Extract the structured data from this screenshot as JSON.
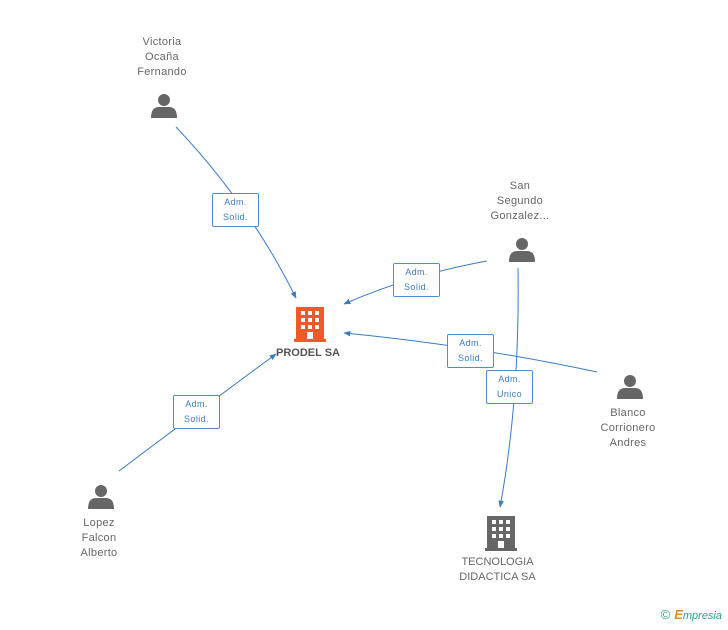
{
  "nodes": {
    "victoria": {
      "name_lines": [
        "Victoria",
        "Ocaña",
        "Fernando"
      ],
      "icon": "person-icon"
    },
    "sansegundo": {
      "name_lines": [
        "San",
        "Segundo",
        "Gonzalez..."
      ],
      "icon": "person-icon"
    },
    "blanco": {
      "name_lines": [
        "Blanco",
        "Corrionero",
        "Andres"
      ],
      "icon": "person-icon"
    },
    "lopez": {
      "name_lines": [
        "Lopez",
        "Falcon",
        "Alberto"
      ],
      "icon": "person-icon"
    },
    "prodel": {
      "name": "PRODEL SA",
      "icon": "building-icon",
      "color": "#f05a28"
    },
    "tecnologia": {
      "name_lines": [
        "TECNOLOGIA",
        "DIDACTICA SA"
      ],
      "icon": "building-icon",
      "color": "#666666"
    }
  },
  "edges": {
    "victoria_prodel": [
      "Adm.",
      "Solid."
    ],
    "sansegundo_prodel": [
      "Adm.",
      "Solid."
    ],
    "blanco_prodel": [
      "Adm.",
      "Solid."
    ],
    "lopez_prodel": [
      "Adm.",
      "Solid."
    ],
    "sansegundo_tecnologia": [
      "Adm.",
      "Unico"
    ]
  },
  "colors": {
    "edge": "#3b7bc4",
    "person": "#666666"
  },
  "footer": {
    "copyright": "©",
    "brand_first": "E",
    "brand_rest": "mpresia"
  }
}
